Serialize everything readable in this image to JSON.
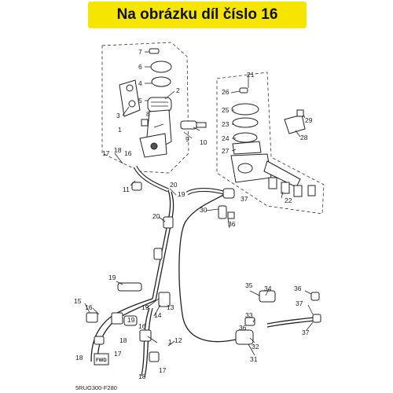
{
  "banner": {
    "text": "Na obrázku díl číslo 16",
    "color": "#f6e500"
  },
  "diagram": {
    "code": "5RUG300-F280",
    "fwd_mark": "FWD",
    "callouts": [
      "1",
      "2",
      "3",
      "4",
      "5",
      "6",
      "7",
      "8",
      "9",
      "10",
      "11",
      "12",
      "13",
      "14",
      "15",
      "16",
      "17",
      "18",
      "19",
      "20",
      "21",
      "22",
      "23",
      "24",
      "25",
      "26",
      "27",
      "28",
      "29",
      "30",
      "31",
      "32",
      "33",
      "34",
      "35",
      "36",
      "37"
    ]
  }
}
